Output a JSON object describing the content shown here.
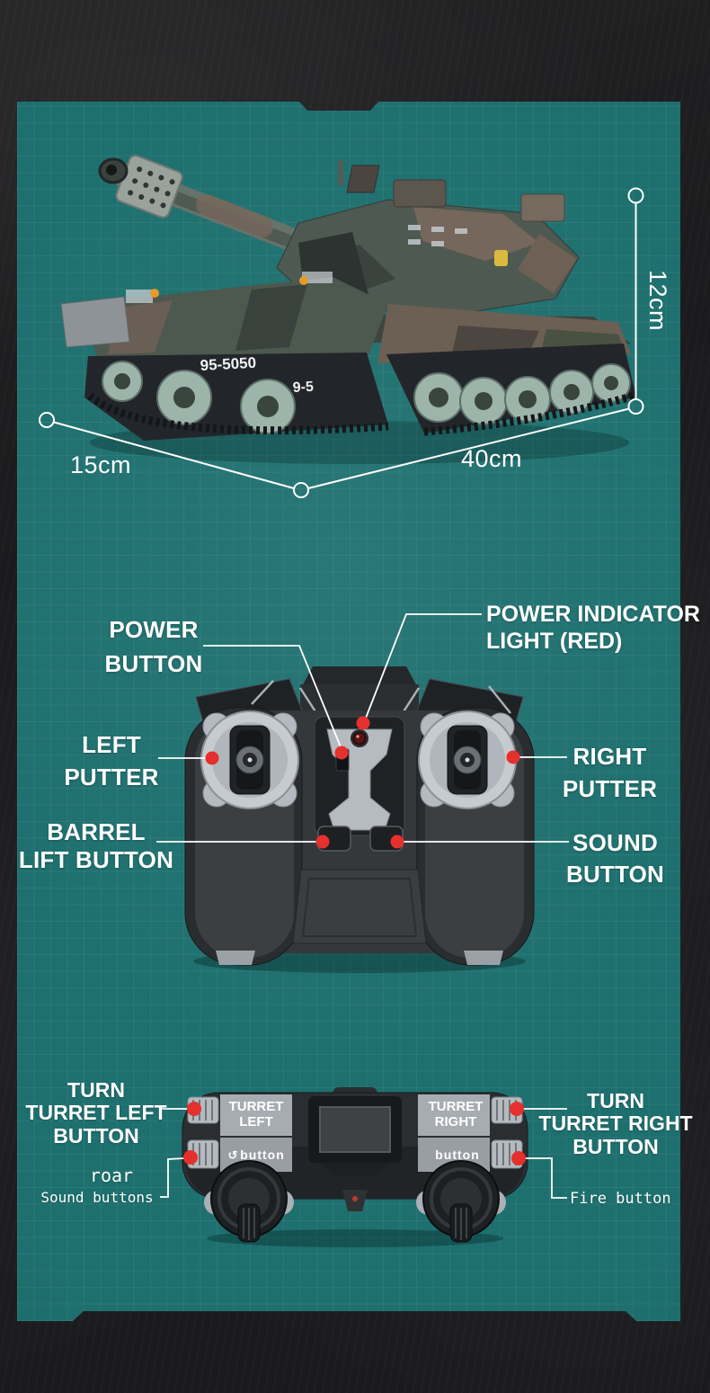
{
  "colors": {
    "panel_teal": "#1e706f",
    "frame_dark": "#1c1c1e",
    "annotation_red": "#e6302d",
    "text_white": "#ffffff",
    "wheel_pale_green": "#9db4ab",
    "camo_green": "#4e5951",
    "camo_brown": "#77685c",
    "emblem_yellow": "#d9ba3f"
  },
  "tank": {
    "hull_marking": "95-5050",
    "front_marking": "9-5"
  },
  "dimensions": {
    "height": "12cm",
    "width": "15cm",
    "length": "40cm"
  },
  "front_view": {
    "power_button": [
      "POWER",
      "BUTTON"
    ],
    "power_indicator": [
      "POWER INDICATOR",
      "LIGHT (RED)"
    ],
    "left_putter": [
      "LEFT",
      "PUTTER"
    ],
    "right_putter": [
      "RIGHT",
      "PUTTER"
    ],
    "barrel_lift": [
      "BARREL",
      "LIFT BUTTON"
    ],
    "sound": [
      "SOUND",
      "BUTTON"
    ]
  },
  "back_view": {
    "turn_left": [
      "TURN",
      "TURRET LEFT",
      "BUTTON"
    ],
    "turn_right": [
      "TURN",
      "TURRET RIGHT",
      "BUTTON"
    ],
    "roar": "roar",
    "sound_buttons": "Sound buttons",
    "fire": "Fire button",
    "panel_left": [
      "TURRET",
      "LEFT"
    ],
    "panel_left_btn": "button",
    "panel_right": [
      "TURRET",
      "RIGHT"
    ],
    "panel_right_btn": "button"
  },
  "icons": {
    "rotate_arrow": "↺"
  }
}
